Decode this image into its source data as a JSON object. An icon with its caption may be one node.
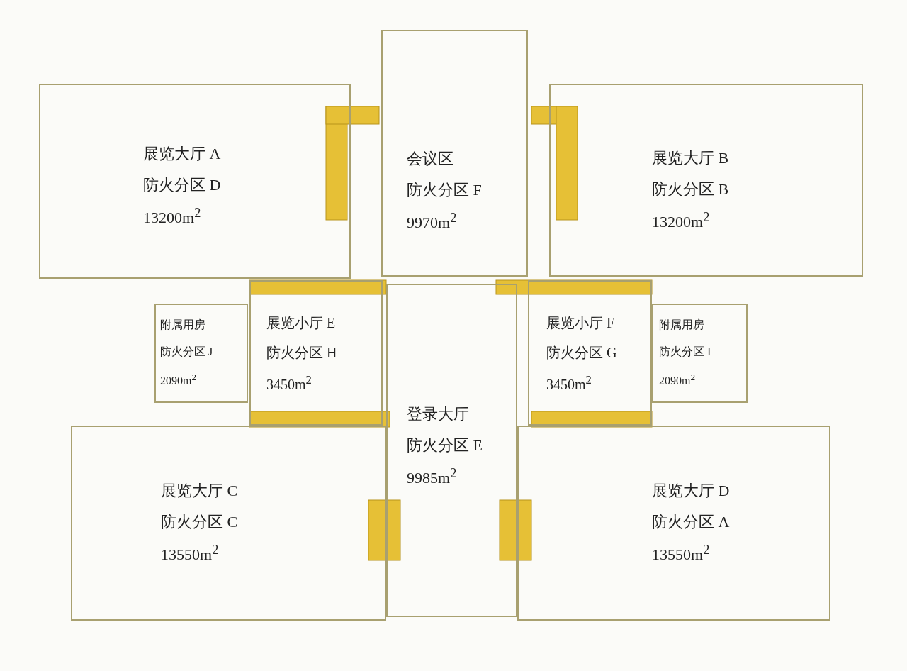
{
  "diagram": {
    "nodes": [
      {
        "text": [
          "展览大厅 A",
          "防火分区 D",
          "13200m$^{2}$"
        ]
      },
      {
        "text": [
          "会议区",
          "防火分区 F",
          "9970m$^{2}$"
        ]
      },
      {
        "text": [
          "展览大厅 B",
          "防火分区 B",
          "13200m$^{2}$"
        ]
      },
      {
        "text": [
          "附属用房",
          "防火分区 J",
          "2090m$^{2}$"
        ]
      },
      {
        "text": [
          "展览小厅 E",
          "防火分区 H",
          "3450m$^{2}$"
        ]
      },
      {
        "text": [
          "展览小厅 F",
          "防火分区 G",
          "3450m$^{2}$"
        ]
      },
      {
        "text": [
          "附属用房",
          "防火分区 I",
          "2090m$^{2}$"
        ]
      },
      {
        "text": [
          "登录大厅",
          "防火分区 E",
          "9985m$^{2}$"
        ]
      },
      {
        "text": [
          "展览大厅 C",
          "防火分区 C",
          "13550m$^{2}$"
        ]
      },
      {
        "text": [
          "展览大厅 D",
          "防火分区 A",
          "13550m$^{2}$"
        ]
      }
    ]
  }
}
